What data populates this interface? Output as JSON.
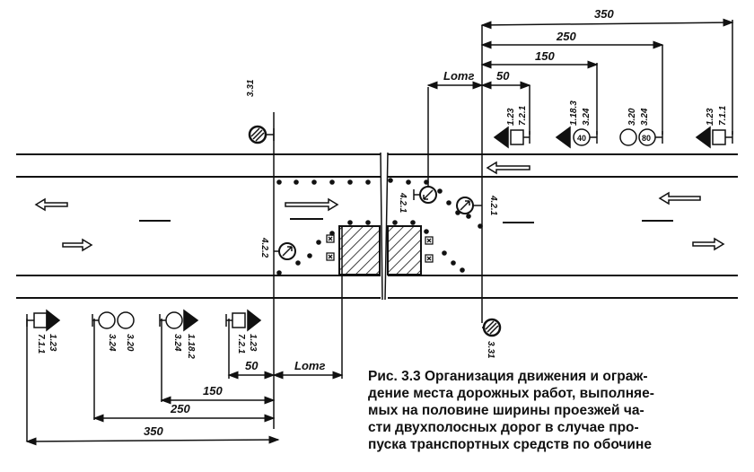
{
  "caption": {
    "lines": [
      "Рис. 3.3 Организация движения и ограж-",
      "дение места дорожных работ, выполняе-",
      "мых на половине ширины проезжей ча-",
      "сти двухполосных дорог в случае про-",
      "пуска транспортных средств по обочине"
    ]
  },
  "dimensions": {
    "top": {
      "d350": "350",
      "d250": "250",
      "d150": "150",
      "d50": "50",
      "lotg": "Lотг"
    },
    "bottom": {
      "d350": "350",
      "d250": "250",
      "d150": "150",
      "d50": "50",
      "lotg": "Lотг"
    }
  },
  "signs": {
    "top": [
      {
        "a": "1.23",
        "b": "7.2.1"
      },
      {
        "a": "1.18.3",
        "b": "3.24"
      },
      {
        "a": "3.20",
        "b": "3.24"
      },
      {
        "a": "1.23",
        "b": "7.1.1"
      }
    ],
    "bottom": [
      {
        "a": "1.23",
        "b": "7.1.1"
      },
      {
        "a": "3.20",
        "b": "3.24"
      },
      {
        "a": "1.18.2",
        "b": "3.24"
      },
      {
        "a": "1.23",
        "b": "7.2.1"
      }
    ],
    "end_top": "3.31",
    "end_bottom": "3.31",
    "keep_left": "4.2.2",
    "keep_right_1": "4.2.1",
    "keep_right_2": "4.2.1",
    "speed_40": "40",
    "speed_80": "80"
  }
}
